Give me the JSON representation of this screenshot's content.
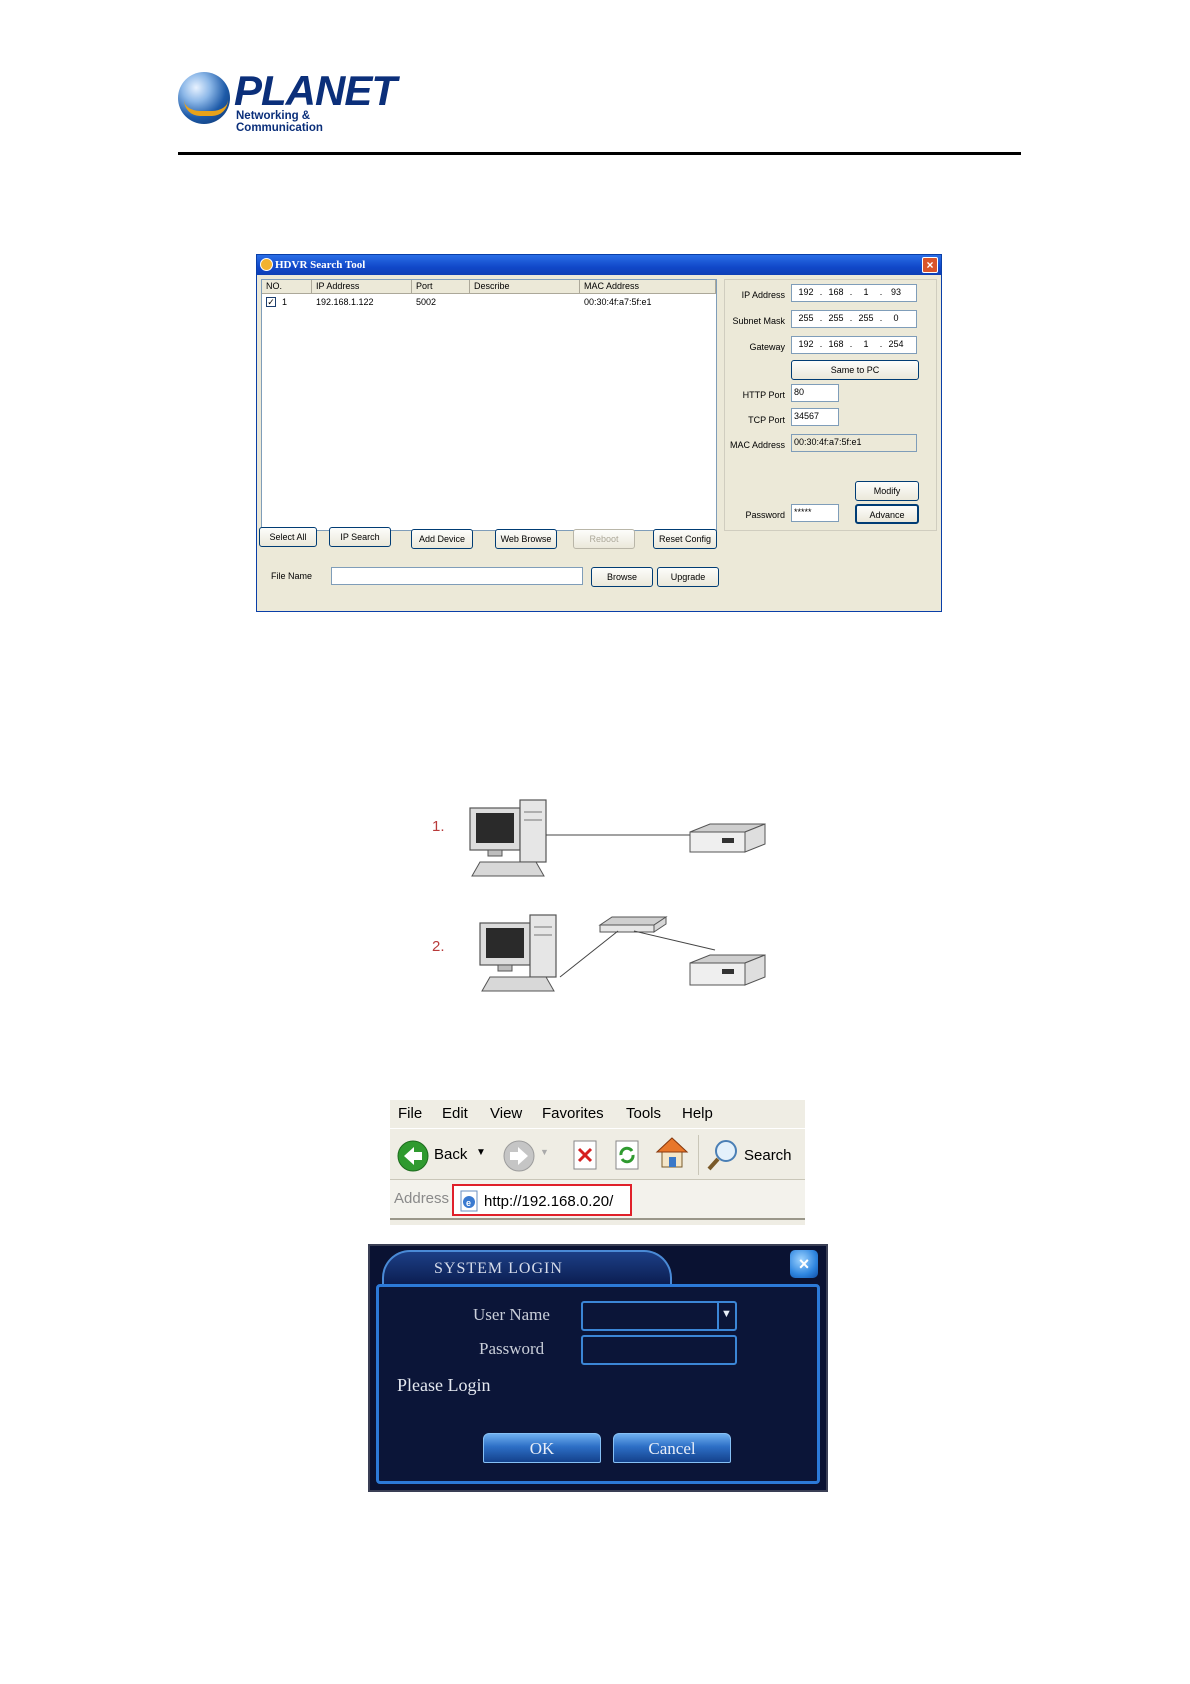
{
  "header": {
    "logo_text": "PLANET",
    "logo_sub": "Networking & Communication"
  },
  "search_tool": {
    "title": "HDVR Search Tool",
    "columns": [
      "NO.",
      "IP Address",
      "Port",
      "Describe",
      "MAC Address"
    ],
    "rows": [
      {
        "no": "1",
        "ip": "192.168.1.122",
        "port": "5002",
        "describe": "",
        "mac": "00:30:4f:a7:5f:e1",
        "checked": true
      }
    ],
    "labels": {
      "ip_address": "IP Address",
      "subnet_mask": "Subnet Mask",
      "gateway": "Gateway",
      "http_port": "HTTP Port",
      "tcp_port": "TCP Port",
      "mac_address": "MAC Address",
      "password": "Password",
      "file_name": "File Name"
    },
    "ip_octets": [
      "192",
      "168",
      "1",
      "93"
    ],
    "subnet_octets": [
      "255",
      "255",
      "255",
      "0"
    ],
    "gateway_octets": [
      "192",
      "168",
      "1",
      "254"
    ],
    "http_port": "80",
    "tcp_port": "34567",
    "mac_value": "00:30:4f:a7:5f:e1",
    "password_value": "*****",
    "buttons": {
      "same_to_pc": "Same to PC",
      "modify": "Modify",
      "advance": "Advance",
      "select_all": "Select All",
      "ip_search": "IP Search",
      "add_device": "Add Device",
      "web_browse": "Web Browse",
      "reboot": "Reboot",
      "reset_config": "Reset Config",
      "browse": "Browse",
      "upgrade": "Upgrade"
    }
  },
  "diagram": {
    "labels": [
      "1.",
      "2."
    ]
  },
  "browser": {
    "menu": [
      "File",
      "Edit",
      "View",
      "Favorites",
      "Tools",
      "Help"
    ],
    "back_label": "Back",
    "search_label": "Search",
    "address_label": "Address",
    "url": "http://192.168.0.20/"
  },
  "login": {
    "title": "SYSTEM LOGIN",
    "user_name_label": "User Name",
    "password_label": "Password",
    "status": "Please Login",
    "ok": "OK",
    "cancel": "Cancel"
  }
}
